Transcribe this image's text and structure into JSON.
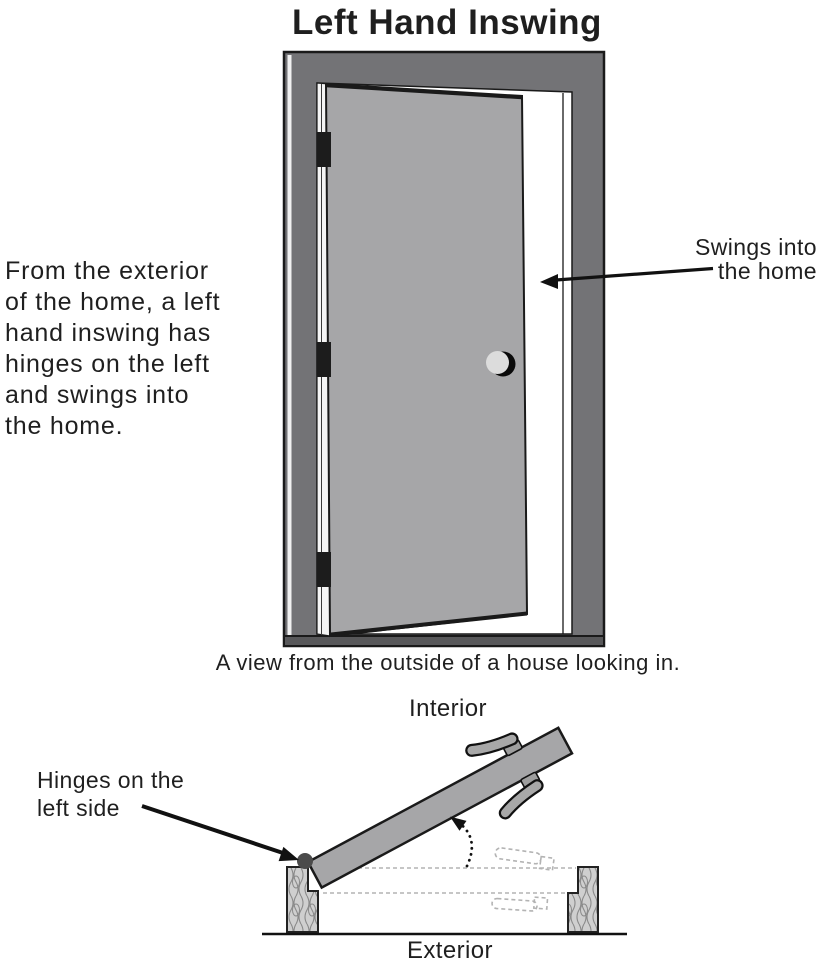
{
  "title": "Left Hand Inswing",
  "top_diagram": {
    "description_label": "From the exterior\nof the home, a left\nhand inswing has\nhinges on the left\nand swings into\nthe home.",
    "swing_label": "Swings into\nthe home",
    "caption": "A view from the outside of a house looking in."
  },
  "bottom_diagram": {
    "hinge_label": "Hinges on the\nleft side",
    "interior_label": "Interior",
    "exterior_label": "Exterior"
  },
  "colors": {
    "frame_gray": "#737376",
    "door_gray": "#a6a6a8",
    "threshold_gray": "#58585a",
    "hinge_black": "#1c1c1c",
    "knob_gray": "#dcdcdc",
    "knob_shadow": "#0a0a0a",
    "hinge_pin_gray": "#4b4b4b",
    "arrow_black": "#111111",
    "dashed_gray": "#b3b3b3",
    "wood_base": "#cfcfcf",
    "wood_grain": "#8a8a8a"
  }
}
